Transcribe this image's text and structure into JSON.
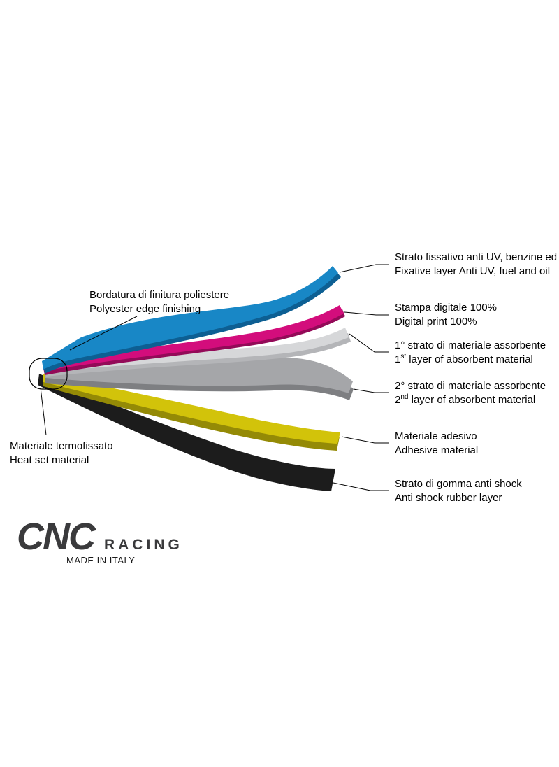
{
  "colors": {
    "blue": "#1887c6",
    "blue_dark": "#0d5f93",
    "magenta": "#d30d7c",
    "magenta_dark": "#930a58",
    "light_gray": "#d6d7d9",
    "light_gray_dark": "#b4b5b8",
    "gray": "#a5a6a9",
    "gray_dark": "#7e7f82",
    "yellow": "#d2c30a",
    "yellow_dark": "#948a06",
    "rubber": "#1c1c1c",
    "line": "#000000",
    "logo": "#3a3a3c"
  },
  "left_labels": {
    "edge_finishing": {
      "line1": "Bordatura di finitura poliestere",
      "line2": "Polyester edge finishing"
    },
    "heat_set": {
      "line1": "Materiale termofissato",
      "line2": "Heat set material"
    }
  },
  "right_labels": {
    "fixative": {
      "line1": "Strato fissativo anti UV, benzine ed oli",
      "line2": "Fixative layer Anti UV, fuel and oil"
    },
    "digital_print": {
      "line1": "Stampa digitale 100%",
      "line2": "Digital print 100%"
    },
    "absorbent_1": {
      "line1": "1° strato di materiale assorbente",
      "line2_num": "1",
      "line2_sup": "st",
      "line2_rest": " layer of absorbent material"
    },
    "absorbent_2": {
      "line1": "2° strato di materiale assorbente",
      "line2_num": "2",
      "line2_sup": "nd",
      "line2_rest": " layer of absorbent material"
    },
    "adhesive": {
      "line1": "Materiale adesivo",
      "line2": "Adhesive material"
    },
    "rubber": {
      "line1": "Strato di gomma anti shock",
      "line2": "Anti shock rubber layer"
    }
  },
  "logo": {
    "name": "CNC",
    "sub": "RACING",
    "origin": "MADE IN ITALY"
  }
}
